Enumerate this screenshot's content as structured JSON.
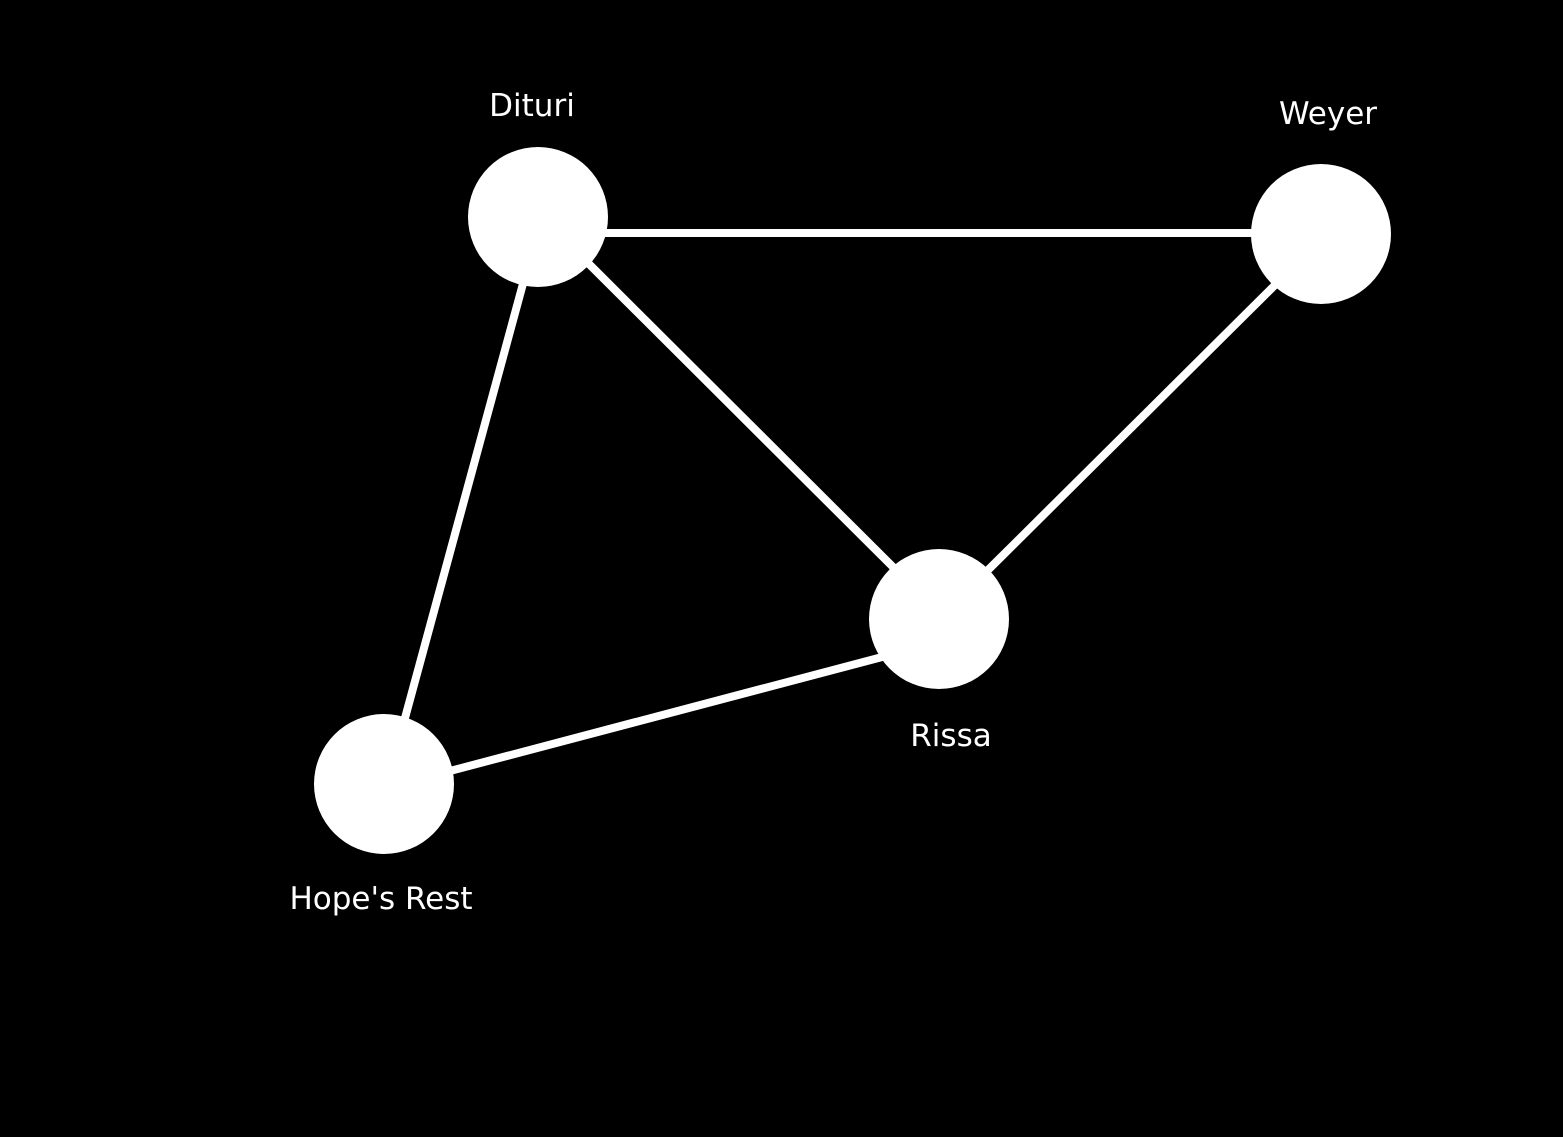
{
  "diagram": {
    "type": "graph",
    "background_color": "#000000",
    "foreground_color": "#ffffff",
    "nodes": [
      {
        "id": "dituri",
        "label": "Dituri"
      },
      {
        "id": "weyer",
        "label": "Weyer"
      },
      {
        "id": "rissa",
        "label": "Rissa"
      },
      {
        "id": "hopes-rest",
        "label": "Hope's Rest"
      }
    ],
    "edges": [
      {
        "from": "dituri",
        "to": "weyer"
      },
      {
        "from": "dituri",
        "to": "rissa"
      },
      {
        "from": "weyer",
        "to": "rissa"
      },
      {
        "from": "dituri",
        "to": "hopes-rest"
      },
      {
        "from": "hopes-rest",
        "to": "rissa"
      }
    ]
  }
}
